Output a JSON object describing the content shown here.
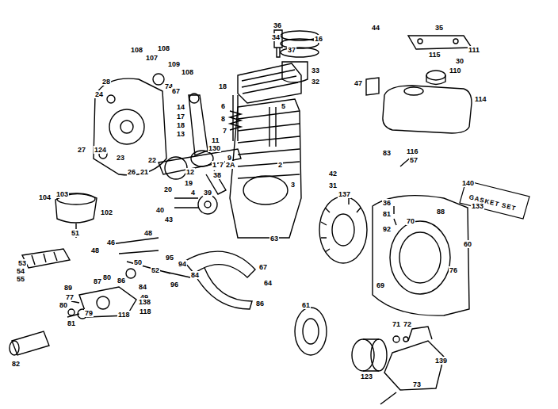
{
  "diagram": {
    "labels": [
      "36",
      "34",
      "16",
      "37",
      "33",
      "32",
      "108",
      "108",
      "107",
      "109",
      "108",
      "28",
      "74",
      "67",
      "18",
      "24",
      "14",
      "17",
      "18",
      "13",
      "6",
      "8",
      "7",
      "5",
      "130",
      "9",
      "11",
      "2",
      "42",
      "3",
      "31",
      "137",
      "27",
      "124",
      "23",
      "22",
      "26",
      "21",
      "12",
      "1",
      "7",
      "2A",
      "38",
      "19",
      "20",
      "4",
      "39",
      "40",
      "43",
      "63",
      "104",
      "103",
      "102",
      "51",
      "48",
      "53",
      "54",
      "55",
      "46",
      "48",
      "50",
      "95",
      "94",
      "84",
      "52",
      "96",
      "87",
      "80",
      "86",
      "84",
      "49",
      "89",
      "77",
      "138",
      "118",
      "118",
      "80",
      "79",
      "81",
      "82",
      "67",
      "64",
      "86",
      "83",
      "116",
      "57",
      "36",
      "81",
      "92",
      "70",
      "88",
      "133",
      "60",
      "69",
      "76",
      "61",
      "123",
      "71",
      "72",
      "73",
      "139",
      "44",
      "35",
      "111",
      "30",
      "115",
      "110",
      "47",
      "114",
      "140",
      "GASKET SET"
    ]
  }
}
